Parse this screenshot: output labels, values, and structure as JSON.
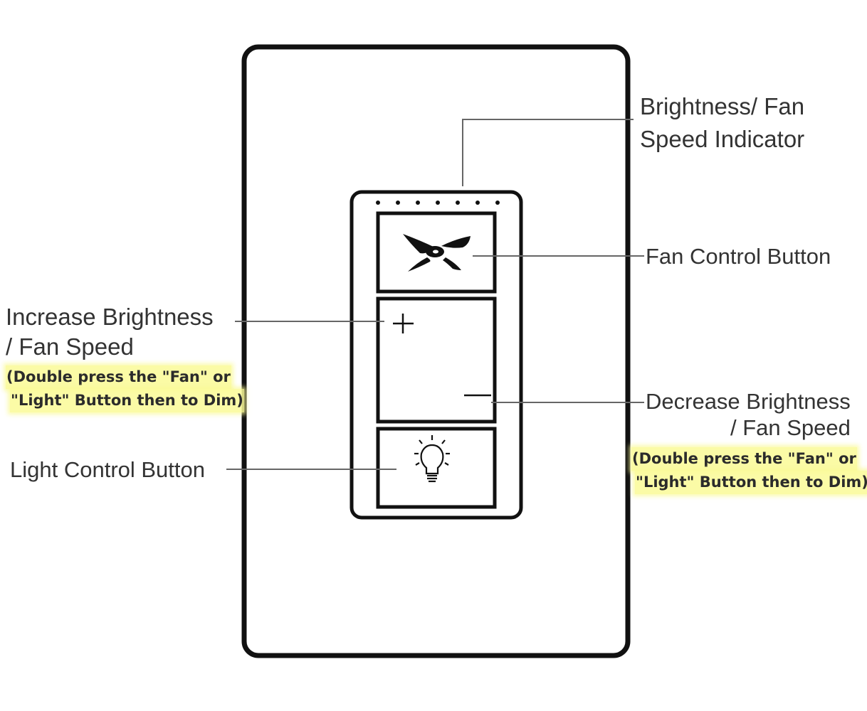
{
  "labels": {
    "indicator_line1": "Brightness/ Fan",
    "indicator_line2": "Speed Indicator",
    "fan_button": "Fan Control Button",
    "increase_line1": "Increase Brightness",
    "increase_line2": "/ Fan Speed",
    "decrease_line1": "Decrease Brightness",
    "decrease_line2": "/ Fan Speed",
    "light_button": "Light Control Button"
  },
  "notes": {
    "left_line1": "(Double press the \"Fan\" or",
    "left_line2": "\"Light\" Button then to Dim)",
    "right_line1": "(Double press the \"Fan\" or",
    "right_line2": "\"Light\" Button then to Dim)"
  },
  "indicator": {
    "dot_count": 7
  },
  "colors": {
    "outline": "#111111",
    "leader_line": "#666666",
    "text": "#333333",
    "highlight": "#fafa96"
  }
}
